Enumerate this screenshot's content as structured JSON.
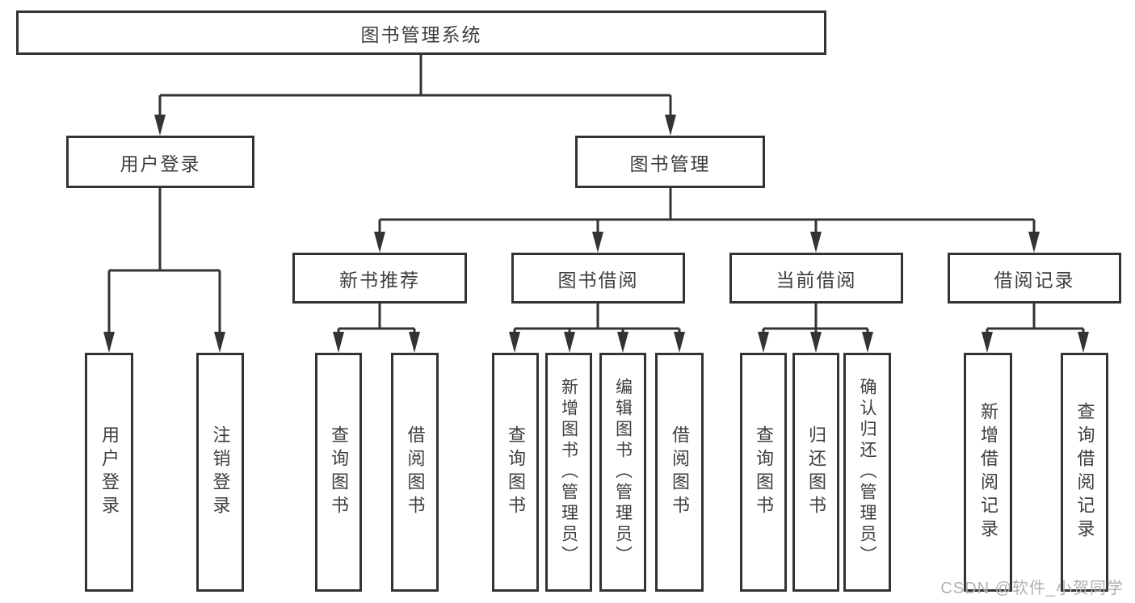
{
  "diagram": {
    "root": {
      "label": "图书管理系统"
    },
    "level2": {
      "user": {
        "label": "用户登录"
      },
      "book": {
        "label": "图书管理"
      }
    },
    "level3": {
      "newbook": {
        "label": "新书推荐"
      },
      "borrow": {
        "label": "图书借阅"
      },
      "current": {
        "label": "当前借阅"
      },
      "record": {
        "label": "借阅记录"
      }
    },
    "leaves": {
      "user_login": {
        "label": "用户登录"
      },
      "user_logout": {
        "label": "注销登录"
      },
      "newbook_query": {
        "label": "查询图书"
      },
      "newbook_borrow": {
        "label": "借阅图书"
      },
      "borrow_query": {
        "label": "查询图书"
      },
      "borrow_add": {
        "label": "新增图书（管理员）"
      },
      "borrow_edit": {
        "label": "编辑图书（管理员）"
      },
      "borrow_lend": {
        "label": "借阅图书"
      },
      "current_query": {
        "label": "查询图书"
      },
      "current_return": {
        "label": "归还图书"
      },
      "current_confirm": {
        "label": "确认归还（管理员）"
      },
      "record_add": {
        "label": "新增借阅记录"
      },
      "record_query": {
        "label": "查询借阅记录"
      }
    }
  },
  "watermark": {
    "text": "CSDN @软件_小贺同学"
  },
  "colors": {
    "line": "#333333",
    "text": "#3d3d3d",
    "watermark": "#b0b0b0",
    "background": "#ffffff"
  }
}
